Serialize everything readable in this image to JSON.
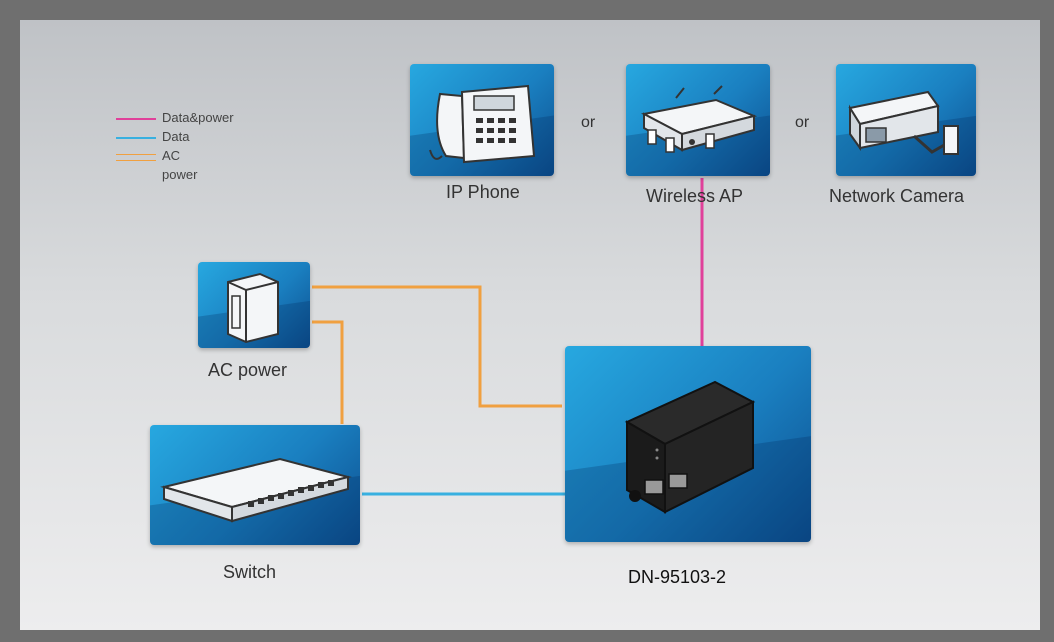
{
  "legend": {
    "items": [
      {
        "label": "Data&power",
        "color": "#e0409a"
      },
      {
        "label": "Data",
        "color": "#38b0e0"
      },
      {
        "label": "AC power",
        "color": "#f0a040"
      }
    ]
  },
  "devices": {
    "ip_phone": "IP Phone",
    "wireless_ap": "Wireless AP",
    "network_camera": "Network Camera",
    "ac_power": "AC power",
    "switch": "Switch",
    "injector": "DN-95103-2"
  },
  "connectors": {
    "or_1": "or",
    "or_2": "or"
  },
  "colors": {
    "data_power": "#e0409a",
    "data": "#38b0e0",
    "ac_power": "#f0a040",
    "tile_blue": "#1a7fc0"
  }
}
